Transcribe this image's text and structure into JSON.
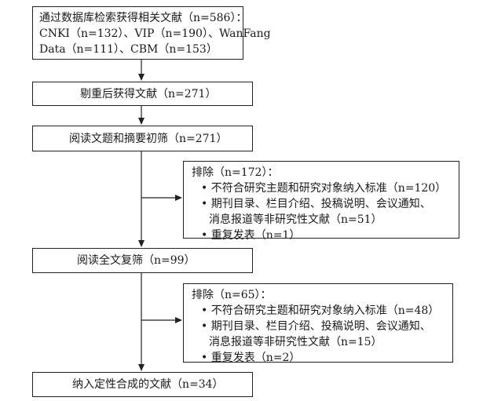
{
  "box1": {
    "lines": [
      "通过数据库检索获得相关文献（n=586）：",
      "CNKI（n=132）、VIP（n=190）、WanFang",
      "Data（n=111）、CBM（n=153）"
    ]
  },
  "box2": {
    "text": "剔重后获得文献（n=271）"
  },
  "box3": {
    "text": "阅读文题和摘要初筛（n=271）"
  },
  "excl1": {
    "title": "排除（n=172）：",
    "items": [
      "• 不符合研究主题和研究对象纳入标准（n=120）",
      "• 期刊目录、栏目介绍、投稿说明、会议通知、",
      "消息报道等非研究性文献（n=51）",
      "• 重复发表（n=1）"
    ]
  },
  "box4": {
    "text": "阅读全文复筛（n=99）"
  },
  "excl2": {
    "title": "排除（n=65）：",
    "items": [
      "• 不符合研究主题和研究对象纳入标准（n=48）",
      "• 期刊目录、栏目介绍、投稿说明、会议通知、",
      "消息报道等非研究性文献（n=15）",
      "• 重复发表（n=2）"
    ]
  },
  "box5": {
    "text": "纳入定性合成的文献（n=34）"
  }
}
